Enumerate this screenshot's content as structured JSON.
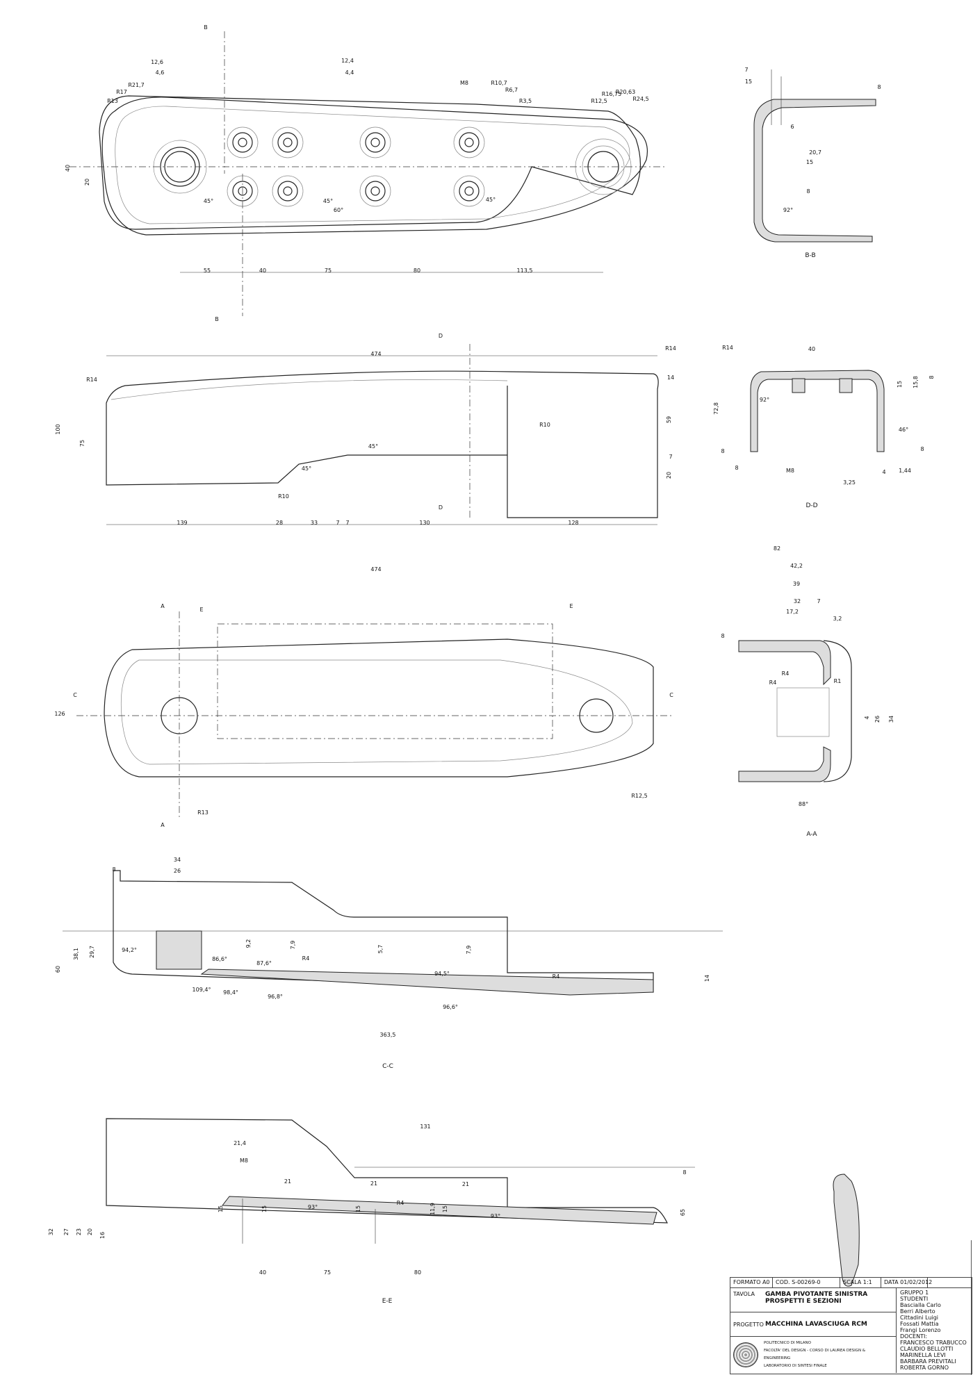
{
  "views": {
    "top": {
      "labels": [
        "B",
        "B",
        "12,6",
        "4,6",
        "12,4",
        "4,4",
        "M8",
        "R13",
        "R17",
        "R21,7",
        "R10,7",
        "R6,7",
        "R3,5",
        "R12,5",
        "R16,75",
        "R20,63",
        "R24,5",
        "40",
        "20",
        "45°",
        "45°",
        "60°",
        "45°",
        "55",
        "40",
        "75",
        "80",
        "113,5"
      ]
    },
    "bb": {
      "title": "B-B",
      "labels": [
        "7",
        "15",
        "8",
        "6",
        "20,7",
        "15",
        "8",
        "92°"
      ]
    },
    "side": {
      "labels": [
        "D",
        "D",
        "474",
        "R14",
        "R14",
        "14",
        "100",
        "75",
        "R10",
        "59",
        "45°",
        "45°",
        "7",
        "20",
        "R10",
        "139",
        "28",
        "33",
        "7",
        "7",
        "130",
        "128"
      ]
    },
    "dd": {
      "title": "D-D",
      "labels": [
        "R14",
        "40",
        "72,8",
        "15",
        "15,8",
        "8",
        "92°",
        "46°",
        "8",
        "8",
        "8",
        "M8",
        "4",
        "1,44",
        "3,25"
      ]
    },
    "bottom": {
      "labels": [
        "474",
        "A",
        "A",
        "E",
        "E",
        "C",
        "C",
        "126",
        "R13",
        "R12,5"
      ]
    },
    "aa": {
      "title": "A-A",
      "labels": [
        "82",
        "42,2",
        "39",
        "32",
        "7",
        "17,2",
        "3,2",
        "8",
        "R4",
        "R1",
        "R4",
        "34",
        "26",
        "4",
        "88°"
      ]
    },
    "cc": {
      "title": "C-C",
      "labels": [
        "8",
        "34",
        "26",
        "60",
        "38,1",
        "29,7",
        "94,2°",
        "86,6°",
        "9,2",
        "87,6°",
        "7,9",
        "R4",
        "5,7",
        "94,5°",
        "7,9",
        "R4",
        "14",
        "109,4°",
        "98,4°",
        "96,8°",
        "96,6°",
        "363,5"
      ]
    },
    "ee": {
      "title": "E-E",
      "labels": [
        "131",
        "21,4",
        "M8",
        "21",
        "21",
        "21",
        "15",
        "15",
        "93°",
        "15",
        "R4",
        "11,9",
        "15",
        "93°",
        "65",
        "8",
        "32",
        "27",
        "23",
        "20",
        "16",
        "40",
        "75",
        "80"
      ]
    }
  },
  "title_block": {
    "formato": "FORMATO A0",
    "codice": "COD. S-00269-0",
    "scala": "SCALA 1:1",
    "data": "DATA 01/02/2012",
    "tavola_label": "TAVOLA",
    "tavola_line1": "GAMBA PIVOTANTE SINISTRA",
    "tavola_line2": "PROSPETTI E SEZIONI",
    "progetto_label": "PROGETTO",
    "progetto": "MACCHINA LAVASCIUGA RCM",
    "gruppo": "GRUPPO 1",
    "studenti_label": "STUDENTI",
    "studenti": [
      "Bascialla Carlo",
      "Berri Alberto",
      "Cittadini Luigi",
      "Fossati Mattia",
      "Frangi Lorenzo"
    ],
    "istituto": [
      "POLITECNICO DI MILANO",
      "FACOLTA' DEL DESIGN - CORSO DI LAUREA DESIGN & ENGINEERING",
      "LABORATORIO DI SINTESI FINALE"
    ],
    "docenti_label": "DOCENTI:",
    "docenti": [
      "FRANCESCO TRABUCCO",
      "CLAUDIO BELLOTTI",
      "MARINELLA LEVI",
      "BARBARA PREVITALI",
      "ROBERTA GORNO"
    ]
  }
}
